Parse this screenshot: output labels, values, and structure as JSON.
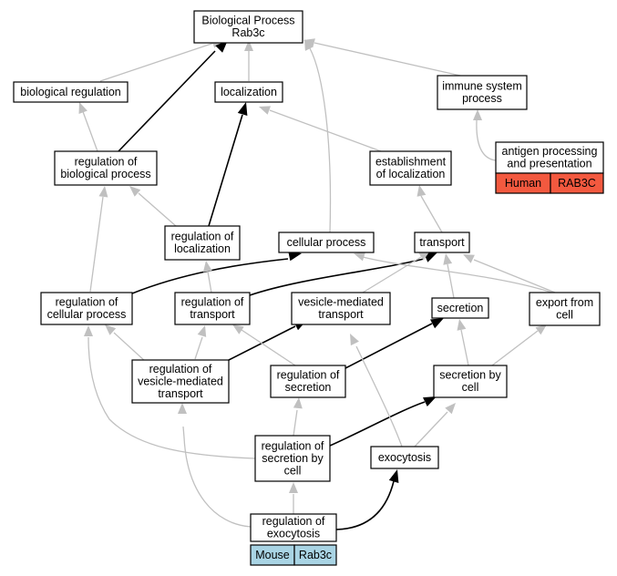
{
  "colors": {
    "human_tag": "#f3593f",
    "mouse_tag": "#a9d4e4",
    "gray_edge": "#c0c0c0",
    "black_edge": "#000000"
  },
  "nodes": {
    "bp": {
      "lines": [
        "Biological Process",
        "Rab3c"
      ]
    },
    "breg": {
      "lines": [
        "biological regulation"
      ]
    },
    "loc": {
      "lines": [
        "localization"
      ]
    },
    "imm": {
      "lines": [
        "immune system",
        "process"
      ]
    },
    "rbp": {
      "lines": [
        "regulation of",
        "biological process"
      ]
    },
    "est": {
      "lines": [
        "establishment",
        "of localization"
      ]
    },
    "ant": {
      "lines": [
        "antigen processing",
        "and presentation"
      ]
    },
    "rloc": {
      "lines": [
        "regulation of",
        "localization"
      ]
    },
    "cell": {
      "lines": [
        "cellular process"
      ]
    },
    "trans": {
      "lines": [
        "transport"
      ]
    },
    "rcp": {
      "lines": [
        "regulation of",
        "cellular process"
      ]
    },
    "rtr": {
      "lines": [
        "regulation of",
        "transport"
      ]
    },
    "vmt": {
      "lines": [
        "vesicle-mediated",
        "transport"
      ]
    },
    "sec": {
      "lines": [
        "secretion"
      ]
    },
    "exp": {
      "lines": [
        "export from",
        "cell"
      ]
    },
    "rvmt": {
      "lines": [
        "regulation of",
        "vesicle-mediated",
        "transport"
      ]
    },
    "rsec": {
      "lines": [
        "regulation of",
        "secretion"
      ]
    },
    "sbc": {
      "lines": [
        "secretion by",
        "cell"
      ]
    },
    "rsbc": {
      "lines": [
        "regulation of",
        "secretion by",
        "cell"
      ]
    },
    "exo": {
      "lines": [
        "exocytosis"
      ]
    },
    "rexo": {
      "lines": [
        "regulation of",
        "exocytosis"
      ]
    }
  },
  "tags": {
    "human": {
      "species": "Human",
      "gene": "RAB3C"
    },
    "mouse": {
      "species": "Mouse",
      "gene": "Rab3c"
    }
  }
}
